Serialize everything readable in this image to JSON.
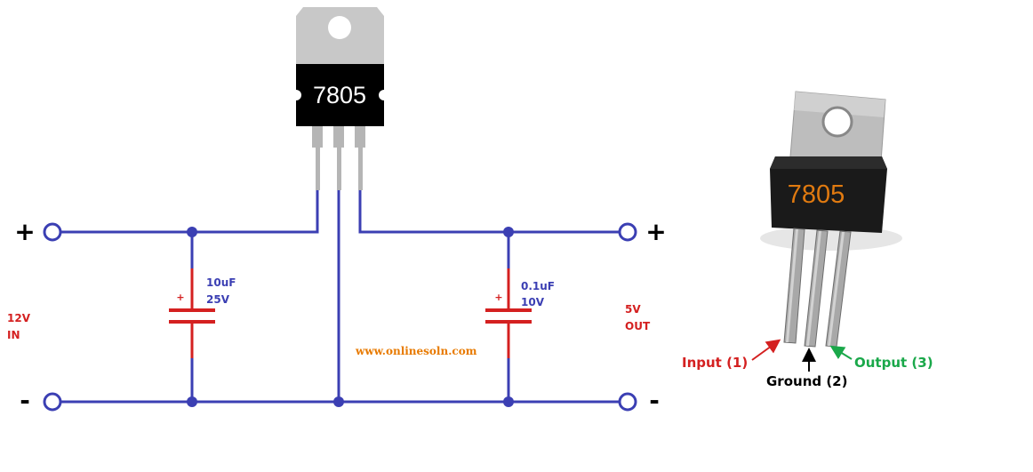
{
  "schematic": {
    "ic_label": "7805",
    "plus_in": "+",
    "plus_out": "+",
    "minus_in": "-",
    "minus_out": "-",
    "input_voltage": "12V",
    "input_word": "IN",
    "output_voltage": "5V",
    "output_word": "OUT",
    "cap1_polarity": "+",
    "cap1_value": "10uF",
    "cap1_rating": "25V",
    "cap2_polarity": "+",
    "cap2_value": "0.1uF",
    "cap2_rating": "10V",
    "website": "www.onlinesoln.com"
  },
  "package": {
    "body_label": "7805",
    "pin1_label": "Input (1)",
    "pin2_label": "Ground (2)",
    "pin3_label": "Output (3)"
  },
  "colors": {
    "wire": "#3b3fb3",
    "capacitor": "#d42020",
    "red_text": "#d42020",
    "blue_text": "#3b3fb3",
    "website": "#e87a00",
    "ic_label_orange": "#e07a10",
    "output_green": "#1aa84a",
    "tab_gray": "#c8c8c8"
  }
}
